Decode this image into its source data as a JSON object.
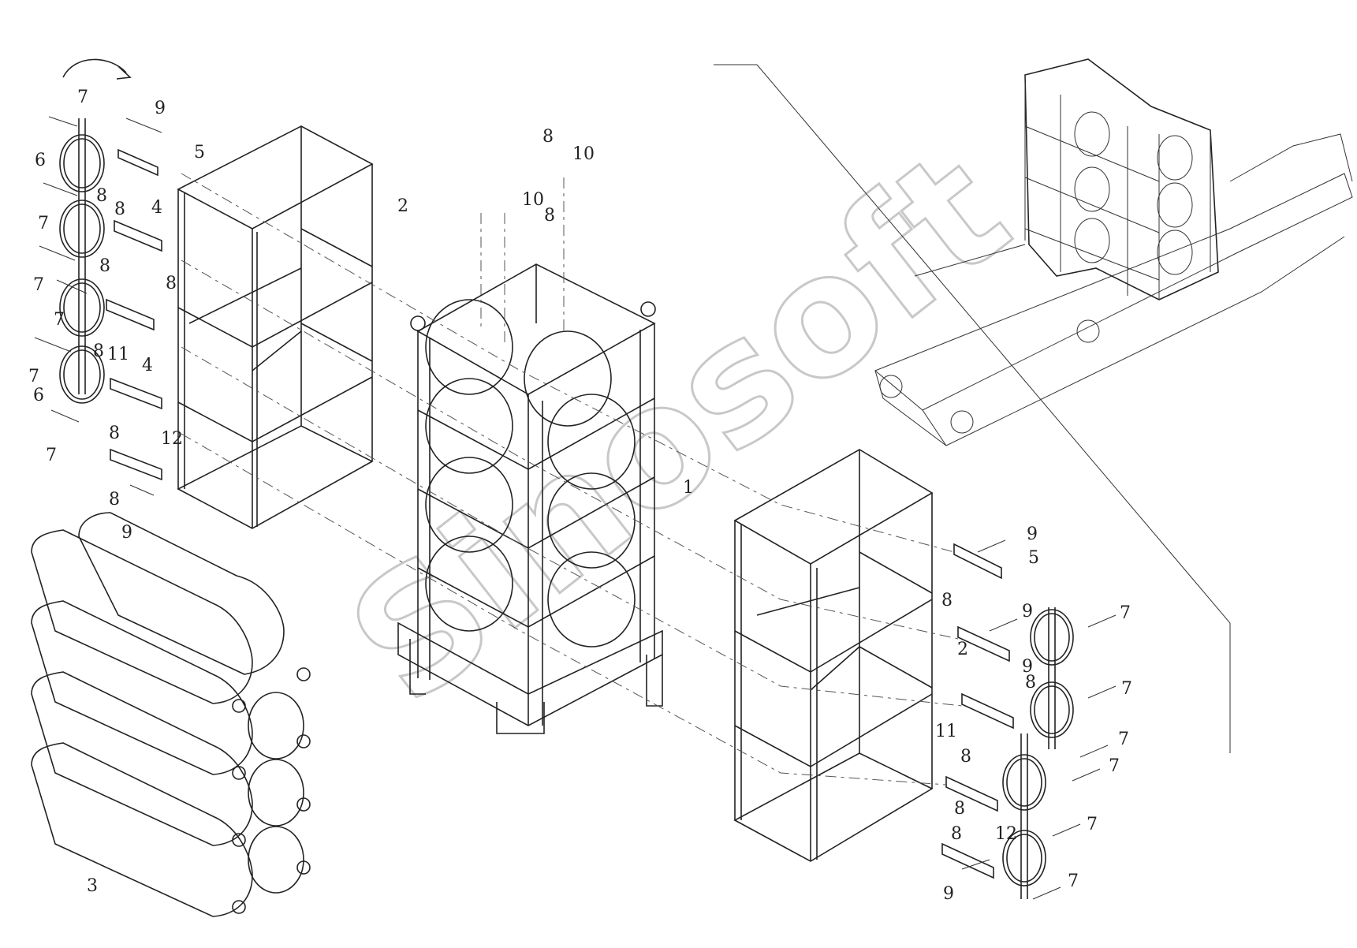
{
  "watermark": "Sinosoft",
  "callouts": [
    {
      "id": "c7a",
      "text": "7"
    },
    {
      "id": "c9a",
      "text": "9"
    },
    {
      "id": "c5a",
      "text": "5"
    },
    {
      "id": "c6a",
      "text": "6"
    },
    {
      "id": "c8a",
      "text": "8"
    },
    {
      "id": "c8b",
      "text": "8"
    },
    {
      "id": "c4a",
      "text": "4"
    },
    {
      "id": "c7b",
      "text": "7"
    },
    {
      "id": "c8c",
      "text": "8"
    },
    {
      "id": "c7c",
      "text": "7"
    },
    {
      "id": "c7d",
      "text": "7"
    },
    {
      "id": "c8d",
      "text": "8"
    },
    {
      "id": "c8e",
      "text": "8"
    },
    {
      "id": "c11a",
      "text": "11"
    },
    {
      "id": "c7e",
      "text": "7"
    },
    {
      "id": "c4b",
      "text": "4"
    },
    {
      "id": "c6b",
      "text": "6"
    },
    {
      "id": "c8f",
      "text": "8"
    },
    {
      "id": "c12a",
      "text": "12"
    },
    {
      "id": "c7f",
      "text": "7"
    },
    {
      "id": "c8g",
      "text": "8"
    },
    {
      "id": "c9b",
      "text": "9"
    },
    {
      "id": "c2a",
      "text": "2"
    },
    {
      "id": "c8h",
      "text": "8"
    },
    {
      "id": "c10a",
      "text": "10"
    },
    {
      "id": "c10b",
      "text": "10"
    },
    {
      "id": "c8i",
      "text": "8"
    },
    {
      "id": "c1",
      "text": "1"
    },
    {
      "id": "c3",
      "text": "3"
    },
    {
      "id": "c9c",
      "text": "9"
    },
    {
      "id": "c5b",
      "text": "5"
    },
    {
      "id": "c8j",
      "text": "8"
    },
    {
      "id": "c9d",
      "text": "9"
    },
    {
      "id": "c7g",
      "text": "7"
    },
    {
      "id": "c2b",
      "text": "2"
    },
    {
      "id": "c9e",
      "text": "9"
    },
    {
      "id": "c8k",
      "text": "8"
    },
    {
      "id": "c7h",
      "text": "7"
    },
    {
      "id": "c11b",
      "text": "11"
    },
    {
      "id": "c8l",
      "text": "8"
    },
    {
      "id": "c7i",
      "text": "7"
    },
    {
      "id": "c7j",
      "text": "7"
    },
    {
      "id": "c8m",
      "text": "8"
    },
    {
      "id": "c7k",
      "text": "7"
    },
    {
      "id": "c8n",
      "text": "8"
    },
    {
      "id": "c12b",
      "text": "12"
    },
    {
      "id": "c9f",
      "text": "9"
    },
    {
      "id": "c7l",
      "text": "7"
    }
  ]
}
